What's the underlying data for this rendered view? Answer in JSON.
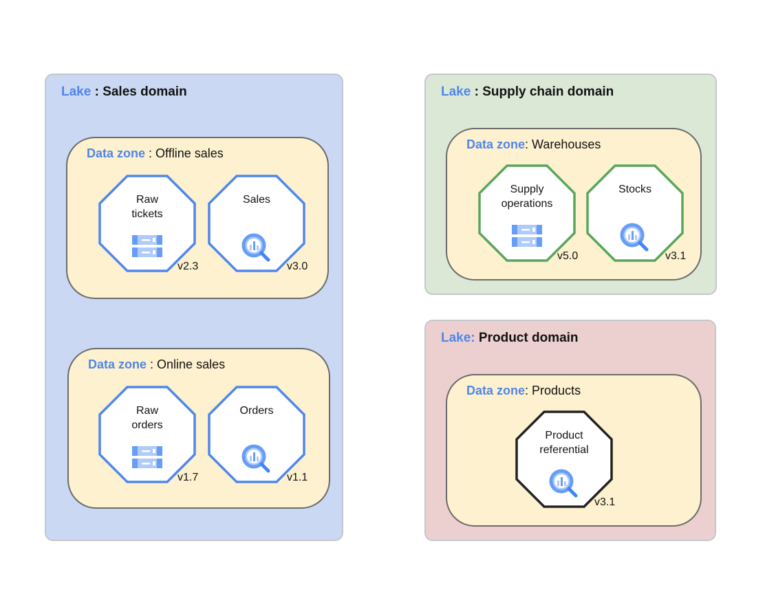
{
  "colors": {
    "sales_lake": "#cad8f3",
    "supply_lake": "#dce8d6",
    "product_lake": "#ecd0d0",
    "zone": "#fdf1cf",
    "blue_asset": "#5087ec",
    "green_asset": "#58a65b",
    "black_asset": "#222222",
    "label_blue": "#4f86ec"
  },
  "lakes": [
    {
      "prefix": "Lake",
      "name": " : Sales domain",
      "zones": [
        {
          "prefix": "Data zone",
          "name": " : Offline sales",
          "assets": [
            {
              "label": "Raw\ntickets",
              "icon": "storage-icon",
              "version": "v2.3"
            },
            {
              "label": "Sales",
              "icon": "bigquery-icon",
              "version": "v3.0"
            }
          ]
        },
        {
          "prefix": "Data zone",
          "name": " : Online sales",
          "assets": [
            {
              "label": "Raw\norders",
              "icon": "storage-icon",
              "version": "v1.7"
            },
            {
              "label": "Orders",
              "icon": "bigquery-icon",
              "version": "v1.1"
            }
          ]
        }
      ]
    },
    {
      "prefix": "Lake",
      "name": " : Supply chain domain",
      "zones": [
        {
          "prefix": "Data zone",
          "name": ": Warehouses",
          "assets": [
            {
              "label": "Supply\noperations",
              "icon": "storage-icon",
              "version": "v5.0"
            },
            {
              "label": "Stocks",
              "icon": "bigquery-icon",
              "version": "v3.1"
            }
          ]
        }
      ]
    },
    {
      "prefix": "Lake:",
      "name": " Product domain",
      "zones": [
        {
          "prefix": "Data zone",
          "name": ": Products",
          "assets": [
            {
              "label": "Product\nreferential",
              "icon": "bigquery-icon",
              "version": "v3.1"
            }
          ]
        }
      ]
    }
  ]
}
